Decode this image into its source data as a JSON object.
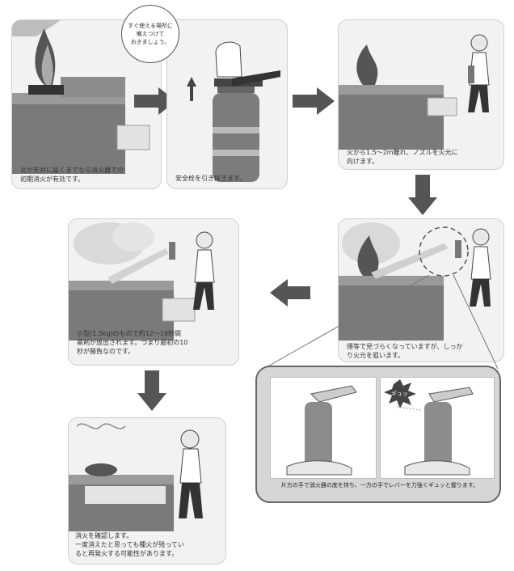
{
  "steps": [
    {
      "caption": "炎が天井に届くまでなら消火器での\n初期消火が有効です。"
    },
    {
      "caption": "安全栓を引き抜きます。"
    },
    {
      "caption": "火から1.5〜2m離れ、ノズルを火元に\n向けます。"
    },
    {
      "caption": "煙等で見づらくなっていますが、しっか\nり火元を狙います。"
    },
    {
      "caption": "小型(1.5kg)のもので約12〜18秒間\n薬剤が放出されます。つまり最初の10\n秒が勝負なのです。"
    },
    {
      "caption": "消火を確認します。\n一度消えたと思っても種火が残ってい\nると再発火する可能性があります。"
    }
  ],
  "bubble_text": "すぐ使える場所に\n備えつけて\nおきましょう。",
  "inset_caption": "片方の手で消火器の底を持ち、一方の手でレバーを力強くギュッと握ります。",
  "burst_text": "ギュッ",
  "colors": {
    "panel_bg": "#f2f2f2",
    "arrow": "#555555",
    "counter": "#707070",
    "smoke": "#d9d9d9"
  }
}
